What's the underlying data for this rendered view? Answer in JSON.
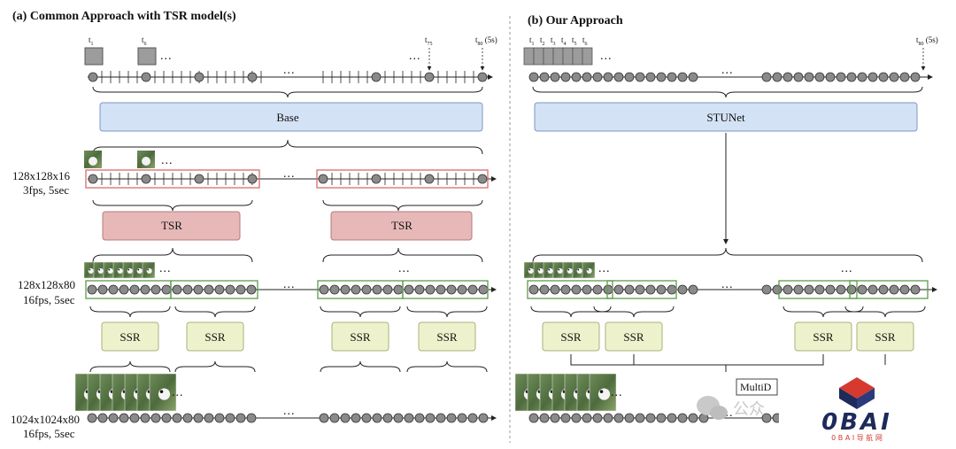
{
  "left": {
    "title": "(a) Common Approach with TSR model(s)",
    "frame_labels": {
      "t1": "t",
      "t1_sub": "1",
      "t6": "t",
      "t6_sub": "6",
      "t75": "t",
      "t75_sub": "75",
      "t80": "t",
      "t80_sub": "80",
      "t80_suffix": " (5s)"
    },
    "base_label": "Base",
    "tsr_label": "TSR",
    "ssr_label": "SSR",
    "res1_line1": "128x128x16",
    "res1_line2": "3fps, 5sec",
    "res2_line1": "128x128x80",
    "res2_line2": "16fps, 5sec",
    "res3_line1": "1024x1024x80",
    "res3_line2": "16fps, 5sec"
  },
  "right": {
    "title": "(b) Our Approach",
    "frame_labels": {
      "t": "t",
      "subs": [
        "1",
        "2",
        "3",
        "4",
        "5",
        "6"
      ],
      "t80_sub": "80",
      "t80_suffix": " (5s)"
    },
    "stunet_label": "STUNet",
    "ssr_label": "SSR",
    "multi_label": "MultiD"
  },
  "ellipsis": "...",
  "watermark": {
    "brand": "0BAI",
    "subtitle": "0 B A I 导 航 网",
    "wechat_text": "公众"
  },
  "colors": {
    "blue_block": "#d4e2f5",
    "red_block": "#e6b9b8",
    "yellow_block": "#eef2cc",
    "red_outline": "#d96b6b",
    "green_outline": "#5e9a4c",
    "node": "#8a8a8a"
  }
}
